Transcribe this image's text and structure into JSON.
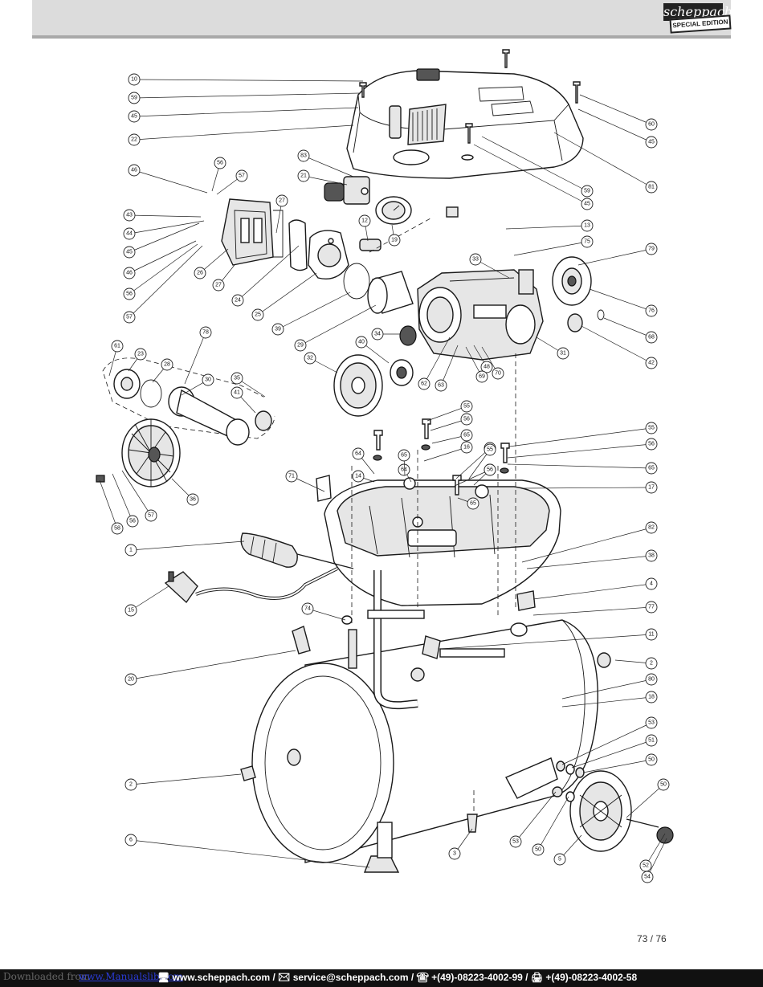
{
  "header": {
    "logo_top": "scheppach",
    "logo_bottom": "SPECIAL EDITION"
  },
  "callouts_left": [
    "10",
    "59",
    "45",
    "22",
    "46",
    "56",
    "57",
    "43",
    "44",
    "45",
    "46",
    "56",
    "57",
    "27",
    "26",
    "27",
    "24",
    "25",
    "39",
    "29",
    "78",
    "61",
    "23",
    "28",
    "30",
    "35",
    "41",
    "32",
    "58",
    "56",
    "57",
    "36",
    "71",
    "1",
    "15",
    "74",
    "20",
    "2",
    "6",
    "83",
    "21",
    "12",
    "19",
    "34",
    "40",
    "62",
    "63"
  ],
  "callouts_right": [
    "60",
    "45",
    "59",
    "45",
    "81",
    "13",
    "75",
    "79",
    "33",
    "76",
    "68",
    "42",
    "31",
    "48",
    "70",
    "69",
    "55",
    "56",
    "65",
    "16",
    "55",
    "56",
    "65",
    "17",
    "82",
    "38",
    "4",
    "77",
    "11",
    "2",
    "80",
    "18",
    "53",
    "51",
    "50",
    "50",
    "52",
    "54",
    "5",
    "3",
    "53",
    "50",
    "55",
    "56",
    "65",
    "64",
    "14",
    "64",
    "65",
    "55",
    "56"
  ],
  "page": {
    "number": "73 / 76"
  },
  "footer": {
    "downloaded_from": "Downloaded from",
    "link": "www.Manualslib.com",
    "contact": "🖥 www.scheppach.com / ✉ service@scheppach.com / ☎ +(49)-08223-4002-99 / 🖨 +(49)-08223-4002-58"
  }
}
